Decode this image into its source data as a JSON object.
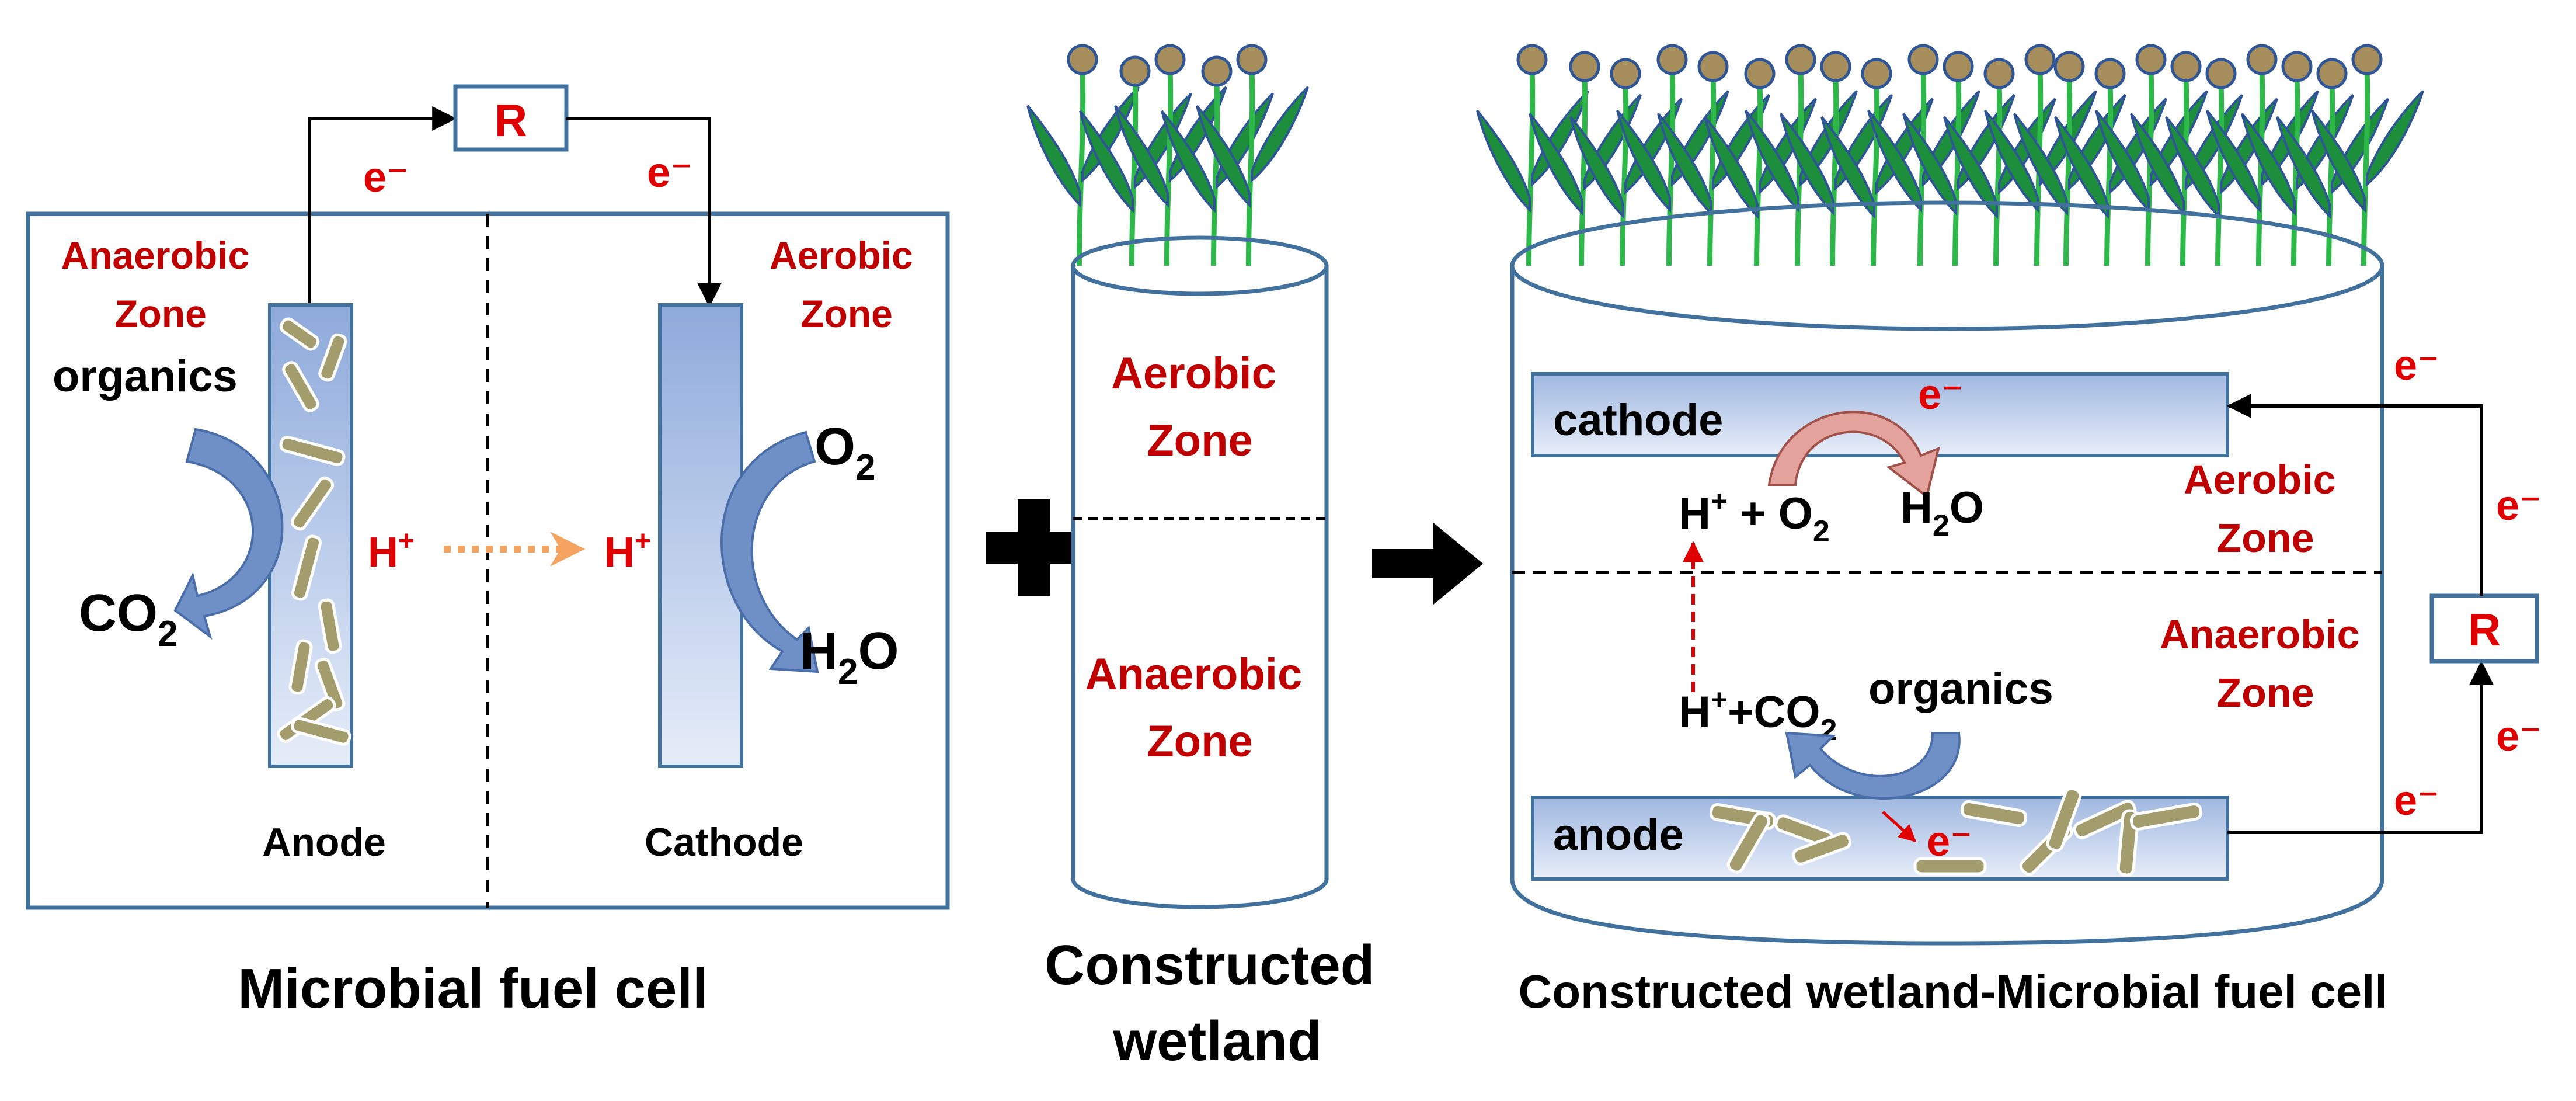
{
  "colors": {
    "box_stroke": "#41719c",
    "electrode_light": "#dbe6f7",
    "electrode_dark": "#8eaadb",
    "zone_text": "#c00000",
    "plant_leaf": "#1d8f3c",
    "plant_stem": "#2eb84a",
    "plant_head": "#a58e5b",
    "bacteria": "#a39c6c",
    "proton_arrow": "#f4a460",
    "curved_arrow": "#6f8fc7",
    "pink_arrow": "#e3a29c"
  },
  "mfc": {
    "resistor": "R",
    "e_left": "e⁻",
    "e_right": "e⁻",
    "anaerobic_zone": [
      "Anaerobic",
      "Zone"
    ],
    "aerobic_zone": [
      "Aerobic",
      "Zone"
    ],
    "organics": "organics",
    "o2": "O",
    "o2_sub": "2",
    "co2": "CO",
    "co2_sub": "2",
    "h2o": "H",
    "h2o_sub": "2",
    "h2o_end": "O",
    "h_left": "H",
    "h_right": "H",
    "plus_sup": "+",
    "anode": "Anode",
    "cathode": "Cathode",
    "caption": "Microbial fuel cell"
  },
  "cw": {
    "aerobic_zone": [
      "Aerobic",
      "Zone"
    ],
    "anaerobic_zone": [
      "Anaerobic",
      "Zone"
    ],
    "caption": [
      "Constructed",
      "wetland"
    ]
  },
  "cwmfc": {
    "cathode": "cathode",
    "anode": "anode",
    "e_cathode": "e⁻",
    "e_anode": "e⁻",
    "h_o2": [
      "H",
      "+",
      " + O",
      "2"
    ],
    "h2o": [
      "H",
      "2",
      "O"
    ],
    "h_co2": [
      "H",
      "+",
      "+CO",
      "2"
    ],
    "organics": "organics",
    "aerobic_zone": [
      "Aerobic",
      "Zone"
    ],
    "anaerobic_zone": [
      "Anaerobic",
      "Zone"
    ],
    "resistor": "R",
    "e_out1": "e⁻",
    "e_out2": "e⁻",
    "e_out3": "e⁻",
    "e_out4": "e⁻",
    "caption": "Constructed wetland-Microbial fuel cell"
  }
}
